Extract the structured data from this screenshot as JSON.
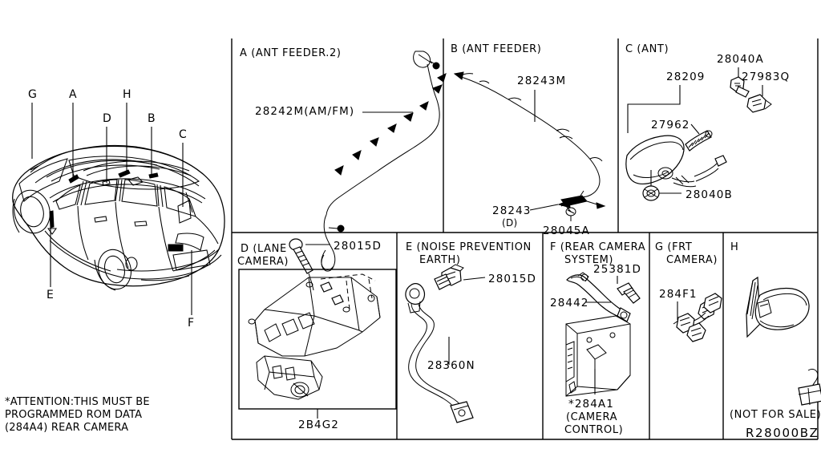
{
  "diagram": {
    "code": "R28000BZ",
    "attention_note": [
      "*ATTENTION:THIS MUST BE",
      "PROGRAMMED ROM DATA",
      "(284A4) REAR CAMERA"
    ]
  },
  "vehicle": {
    "name": "vehicle-outline-suv-rear-three-quarter",
    "callouts": [
      {
        "id": "G",
        "label": "G"
      },
      {
        "id": "A",
        "label": "A"
      },
      {
        "id": "H",
        "label": "H"
      },
      {
        "id": "D",
        "label": "D"
      },
      {
        "id": "B",
        "label": "B"
      },
      {
        "id": "C",
        "label": "C"
      },
      {
        "id": "E",
        "label": "E"
      },
      {
        "id": "F",
        "label": "F"
      }
    ]
  },
  "panels": [
    {
      "key": "A",
      "title": "A (ANT FEEDER.2)",
      "title_lines": [
        "A (ANT FEEDER.2)"
      ],
      "parts": [
        {
          "number": "28242M(AM/FM)",
          "name": "antenna-feeder-2-cable"
        }
      ]
    },
    {
      "key": "B",
      "title": "B (ANT FEEDER)",
      "title_lines": [
        "B (ANT FEEDER)"
      ],
      "parts": [
        {
          "number": "28243M",
          "name": "antenna-feeder-cable"
        },
        {
          "number": "28243",
          "sub": "(D)",
          "name": "antenna-feeder-bracket"
        },
        {
          "number": "28045A",
          "name": "antenna-feeder-clip"
        }
      ]
    },
    {
      "key": "C",
      "title": "C (ANT)",
      "title_lines": [
        "C (ANT)"
      ],
      "parts": [
        {
          "number": "28209",
          "name": "antenna-base-assembly"
        },
        {
          "number": "27962",
          "name": "antenna-rod"
        },
        {
          "number": "28040A",
          "name": "antenna-nut-a"
        },
        {
          "number": "27983Q",
          "name": "antenna-grommet"
        },
        {
          "number": "28040B",
          "name": "antenna-nut-b"
        }
      ]
    },
    {
      "key": "D",
      "title": "D (LANE CAMERA)",
      "title_lines": [
        "D (LANE",
        "CAMERA)"
      ],
      "parts": [
        {
          "number": "28015D",
          "name": "lane-camera-screw"
        },
        {
          "number": "2B4G2",
          "name": "lane-camera-bracket-cover"
        }
      ]
    },
    {
      "key": "E",
      "title": "E (NOISE PREVENTION EARTH)",
      "title_lines": [
        "E (NOISE PREVENTION",
        "EARTH)"
      ],
      "parts": [
        {
          "number": "28015D",
          "name": "noise-prevention-earth-bolt"
        },
        {
          "number": "28360N",
          "name": "noise-prevention-earth-cable"
        }
      ]
    },
    {
      "key": "F",
      "title": "F (REAR CAMERA SYSTEM)",
      "title_lines": [
        "F (REAR CAMERA",
        "SYSTEM)"
      ],
      "parts": [
        {
          "number": "25381D",
          "name": "rear-camera-screw"
        },
        {
          "number": "28442",
          "name": "rear-camera-unit"
        },
        {
          "number": "*284A1",
          "sub_lines": [
            "(CAMERA",
            "CONTROL)"
          ],
          "name": "camera-control-unit"
        }
      ]
    },
    {
      "key": "G",
      "title": "G (FRT CAMERA)",
      "title_lines": [
        "G (FRT",
        "CAMERA)"
      ],
      "parts": [
        {
          "number": "284F1",
          "name": "front-camera-unit"
        }
      ]
    },
    {
      "key": "H",
      "title": "H",
      "title_lines": [
        "H"
      ],
      "parts": [
        {
          "number": "(NOT FOR SALE)",
          "name": "door-mirror-not-for-sale"
        }
      ]
    }
  ]
}
